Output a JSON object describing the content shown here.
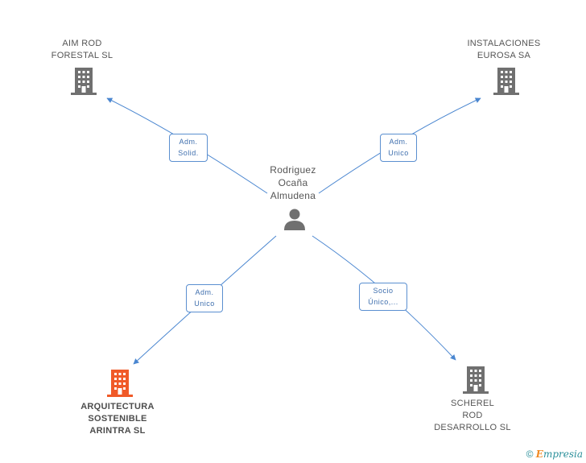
{
  "center": {
    "lines": [
      "Rodriguez",
      "Ocaña",
      "Almudena"
    ],
    "icon": "person-icon"
  },
  "nodes": {
    "aim": {
      "lines": [
        "AIM ROD",
        "FORESTAL SL"
      ],
      "icon": "building-icon",
      "color": "#707070"
    },
    "instalaciones": {
      "lines": [
        "INSTALACIONES",
        "EUROSA SA"
      ],
      "icon": "building-icon",
      "color": "#707070"
    },
    "arquitectura": {
      "lines": [
        "ARQUITECTURA",
        "SOSTENIBLE",
        "ARINTRA  SL"
      ],
      "icon": "building-icon",
      "color": "#f05a28"
    },
    "scherel": {
      "lines": [
        "SCHEREL",
        "ROD",
        "DESARROLLO SL"
      ],
      "icon": "building-icon",
      "color": "#707070"
    }
  },
  "edges": {
    "aim": {
      "lines": [
        "Adm.",
        "Solid."
      ]
    },
    "instalaciones": {
      "lines": [
        "Adm.",
        "Unico"
      ]
    },
    "arquitectura": {
      "lines": [
        "Adm.",
        "Unico"
      ]
    },
    "scherel": {
      "lines": [
        "Socio",
        "Único,..."
      ]
    }
  },
  "footer": {
    "copyright": "©",
    "brand_first": "E",
    "brand_rest": "mpresia"
  },
  "colors": {
    "edge": "#4a86d0",
    "badge_border": "#5b8fd0"
  }
}
